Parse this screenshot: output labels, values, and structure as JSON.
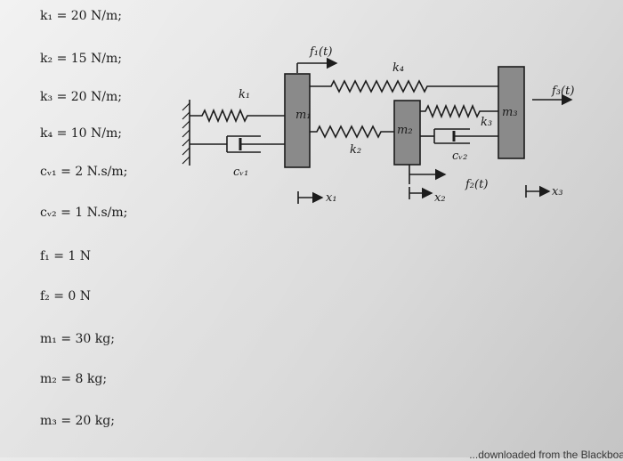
{
  "parameters": [
    {
      "symbol": "k₁",
      "value": "= 20 N/m;"
    },
    {
      "symbol": "k₂",
      "value": "= 15 N/m;"
    },
    {
      "symbol": "k₃",
      "value": "= 20 N/m;"
    },
    {
      "symbol": "k₄",
      "value": "= 10 N/m;"
    },
    {
      "symbol": "cᵥ₁",
      "value": "= 2 N.s/m;"
    },
    {
      "symbol": "cᵥ₂",
      "value": "= 1 N.s/m;"
    },
    {
      "symbol": "f₁",
      "value": "= 1 N"
    },
    {
      "symbol": "f₂",
      "value": "= 0 N"
    },
    {
      "symbol": "m₁",
      "value": "= 30 kg;"
    },
    {
      "symbol": "m₂",
      "value": "= 8 kg;"
    },
    {
      "symbol": "m₃",
      "value": "= 20 kg;"
    }
  ],
  "diagram": {
    "labels": {
      "k1": "k₁",
      "k2": "k₂",
      "k3": "k₃",
      "k4": "k₄",
      "cv1": "cᵥ₁",
      "cv2": "cᵥ₂",
      "m1": "m₁",
      "m2": "m₂",
      "m3": "m₃",
      "f1": "f₁(t)",
      "f2": "f₂(t)",
      "f3": "f₃(t)",
      "x1": "x₁",
      "x2": "x₂",
      "x3": "x₃"
    },
    "colors": {
      "mass_fill": "#8a8a8a",
      "ink": "#1c1c1c"
    }
  },
  "footer": "...downloaded from the Blackboa"
}
